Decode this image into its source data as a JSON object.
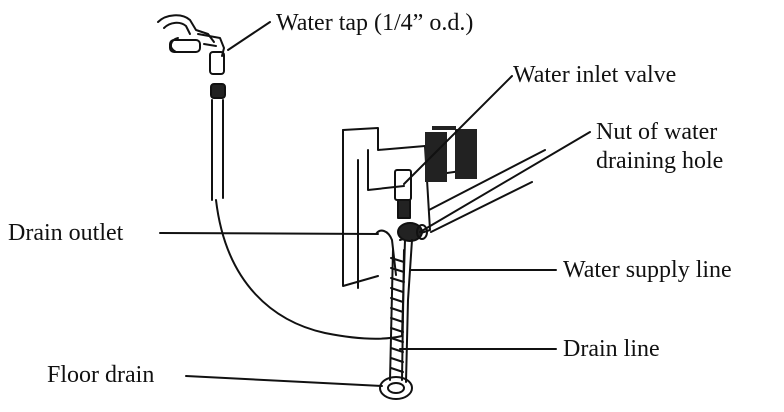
{
  "labels": {
    "water_tap": "Water tap (1/4” o.d.)",
    "water_inlet_valve": "Water inlet valve",
    "nut_line1": "Nut of water",
    "nut_line2": "draining hole",
    "drain_outlet": "Drain outlet",
    "water_supply_line": "Water supply line",
    "drain_line": "Drain line",
    "floor_drain": "Floor drain"
  },
  "colors": {
    "ink": "#111111",
    "background": "#ffffff"
  }
}
